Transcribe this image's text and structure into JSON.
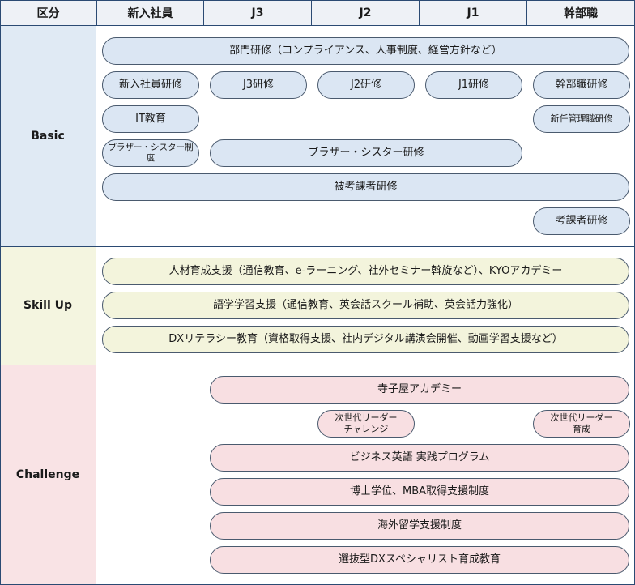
{
  "header": {
    "category": "区分",
    "levels": [
      "新入社員",
      "J3",
      "J2",
      "J1",
      "幹部職"
    ]
  },
  "sections": {
    "basic": "Basic",
    "skill": "Skill Up",
    "challenge": "Challenge"
  },
  "basic": {
    "dept_training": "部門研修（コンプライアンス、人事制度、経営方針など）",
    "new_hire_training": "新入社員研修",
    "j3_training": "J3研修",
    "j2_training": "J2研修",
    "j1_training": "J1研修",
    "manager_training": "幹部職研修",
    "it_education": "IT教育",
    "new_manager_training": "新任管理職研修",
    "mentor_system": "ブラザー・シスター制度",
    "mentor_training": "ブラザー・シスター研修",
    "evaluatee_training": "被考課者研修",
    "evaluator_training": "考課者研修"
  },
  "skill": {
    "talent_support": "人材育成支援（通信教育、e-ラーニング、社外セミナー斡旋など）、KYOアカデミー",
    "language_support": "語学学習支援（通信教育、英会話スクール補助、英会話力強化）",
    "dx_literacy": "DXリテラシー教育（資格取得支援、社内デジタル講演会開催、動画学習支援など）"
  },
  "challenge": {
    "terakoya": "寺子屋アカデミー",
    "next_gen_challenge": "次世代リーダー\nチャレンジ",
    "next_gen_development": "次世代リーダー\n育成",
    "business_english": "ビジネス英語 実践プログラム",
    "doctorate_mba": "博士学位、MBA取得支援制度",
    "study_abroad": "海外留学支援制度",
    "dx_specialist": "選抜型DXスペシャリスト育成教育"
  },
  "colors": {
    "border": "#2b4a73",
    "basic_label_bg": "#e0eaf4",
    "skill_label_bg": "#f4f5e0",
    "challenge_label_bg": "#f9e3e5",
    "basic_pill": "#dbe6f3",
    "skill_pill": "#f3f4dc",
    "challenge_pill": "#f8dfe2"
  }
}
